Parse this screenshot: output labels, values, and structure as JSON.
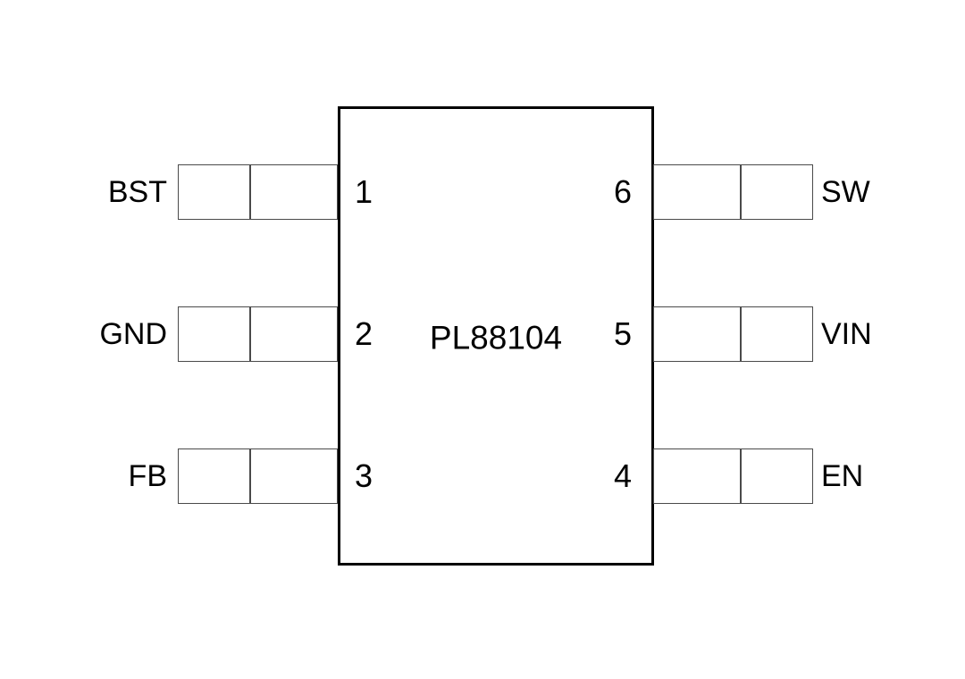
{
  "diagram": {
    "title": "PL88104",
    "type": "ic-pinout",
    "pins": [
      {
        "number": "1",
        "name": "BST",
        "side": "left",
        "row": 1
      },
      {
        "number": "2",
        "name": "GND",
        "side": "left",
        "row": 2
      },
      {
        "number": "3",
        "name": "FB",
        "side": "left",
        "row": 3
      },
      {
        "number": "4",
        "name": "EN",
        "side": "right",
        "row": 3
      },
      {
        "number": "5",
        "name": "VIN",
        "side": "right",
        "row": 2
      },
      {
        "number": "6",
        "name": "SW",
        "side": "right",
        "row": 1
      }
    ],
    "colors": {
      "background": "#ffffff",
      "chip_outline": "#000000",
      "pin_box_outline": "#4a4a4a",
      "text": "#000000"
    }
  }
}
